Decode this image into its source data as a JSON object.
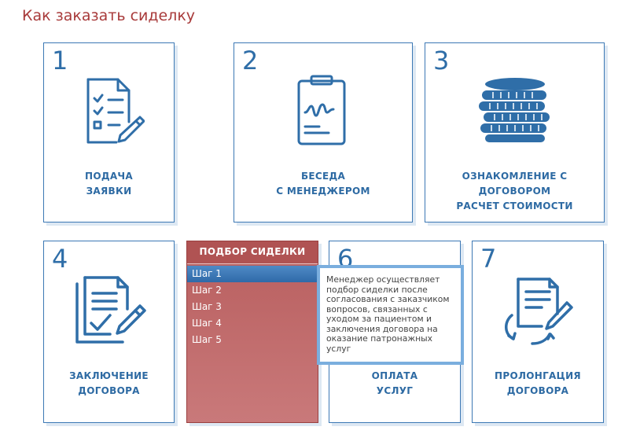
{
  "page": {
    "title": "Как заказать сиделку"
  },
  "cards": [
    {
      "number": "1",
      "icon": "document-form-pencil-icon",
      "label_lines": [
        "ПОДАЧА",
        "ЗАЯВКИ"
      ]
    },
    {
      "number": "2",
      "icon": "clipboard-signature-icon",
      "label_lines": [
        "БЕСЕДА",
        "С МЕНЕДЖЕРОМ"
      ]
    },
    {
      "number": "3",
      "icon": "coin-stack-icon",
      "label_lines": [
        "ОЗНАКОМЛЕНИЕ С",
        "ДОГОВОРОМ",
        "РАСЧЕТ СТОИМОСТИ"
      ]
    },
    {
      "number": "4",
      "icon": "contract-check-pencil-icon",
      "label_lines": [
        "ЗАКЛЮЧЕНИЕ",
        "ДОГОВОРА"
      ]
    },
    {
      "number": "6",
      "icon": "",
      "label_lines": [
        "ОПЛАТА",
        "УСЛУГ"
      ]
    },
    {
      "number": "7",
      "icon": "renew-contract-icon",
      "label_lines": [
        "ПРОЛОНГАЦИЯ",
        "ДОГОВОРА"
      ]
    }
  ],
  "selection": {
    "header": "ПОДБОР СИДЕЛКИ",
    "steps": [
      "Шаг 1",
      "Шаг 2",
      "Шаг 3",
      "Шаг 4",
      "Шаг 5"
    ],
    "active_step": "Шаг 1",
    "tooltip": "Менеджер осуществляет подбор сиделки после согласования с заказчиком вопросов, связанных с уходом за пациентом и заключения договора на оказание патронажных услуг"
  },
  "colors": {
    "title": "#a83a3a",
    "accent_blue": "#2f6ea8",
    "panel_red": "#b05353",
    "active_step_blue": "#3574b3"
  }
}
